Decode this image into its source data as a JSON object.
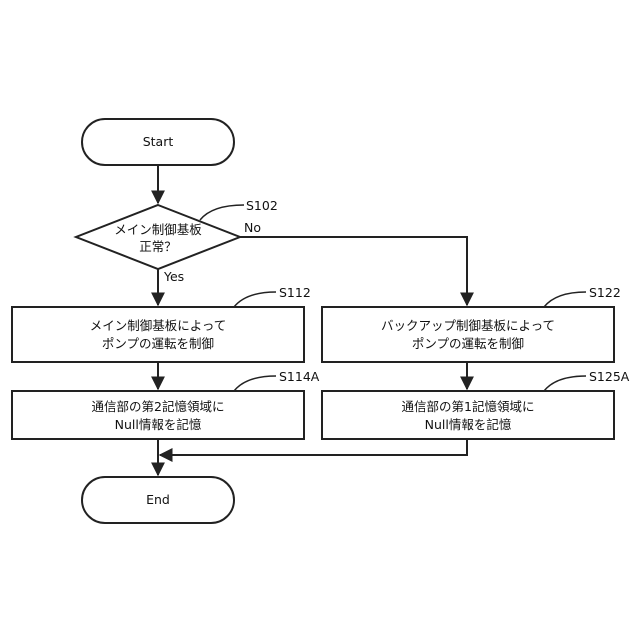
{
  "start": {
    "label": "Start"
  },
  "end": {
    "label": "End"
  },
  "decision": {
    "line1": "メイン制御基板",
    "line2": "正常？",
    "step": "S102",
    "yes": "Yes",
    "no": "No"
  },
  "main_control": {
    "line1": "メイン制御基板によって",
    "line2": "ポンプの運転を制御",
    "step": "S112"
  },
  "backup_control": {
    "line1": "バックアップ制御基板によって",
    "line2": "ポンプの運転を制御",
    "step": "S122"
  },
  "store_second": {
    "line1": "通信部の第2記憶領域に",
    "line2": "Null情報を記憶",
    "step": "S114A"
  },
  "store_first": {
    "line1": "通信部の第1記憶領域に",
    "line2": "Null情報を記憶",
    "step": "S125A"
  }
}
